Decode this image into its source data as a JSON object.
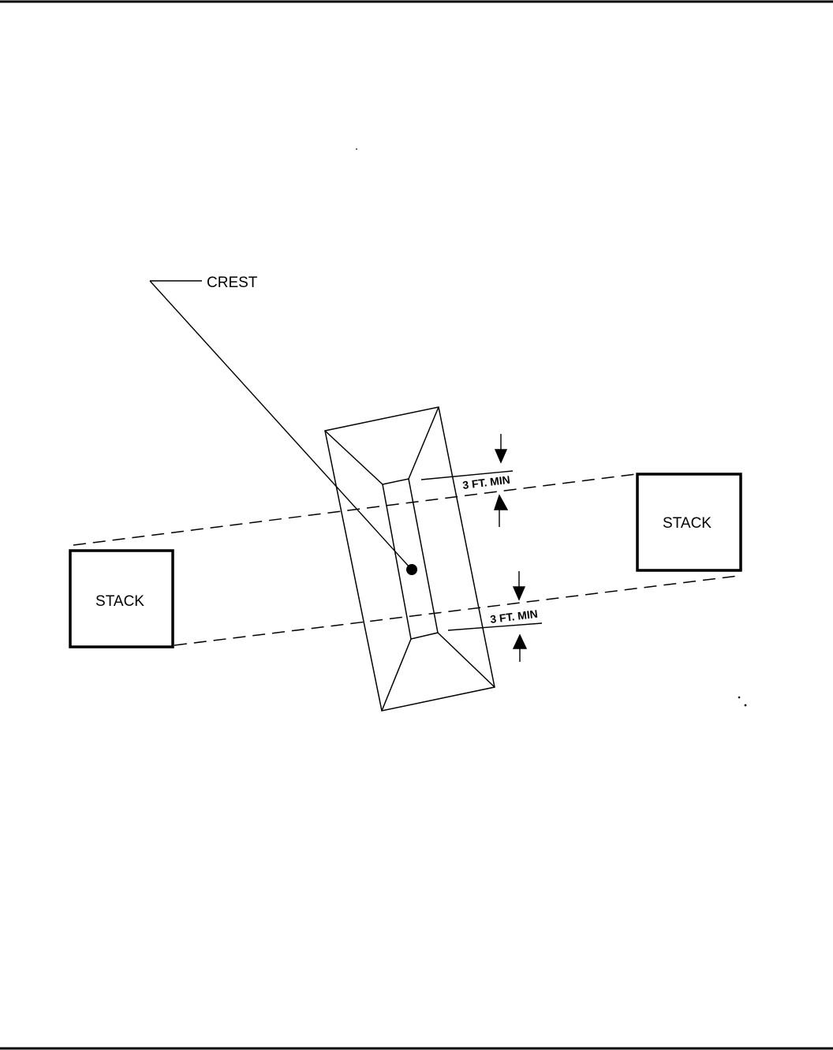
{
  "labels": {
    "crest": "CREST",
    "stack_left": "STACK",
    "stack_right": "STACK",
    "dim_upper": "3 FT. MIN",
    "dim_lower": "3 FT. MIN"
  },
  "colors": {
    "ink": "#000000",
    "background": "#ffffff"
  }
}
